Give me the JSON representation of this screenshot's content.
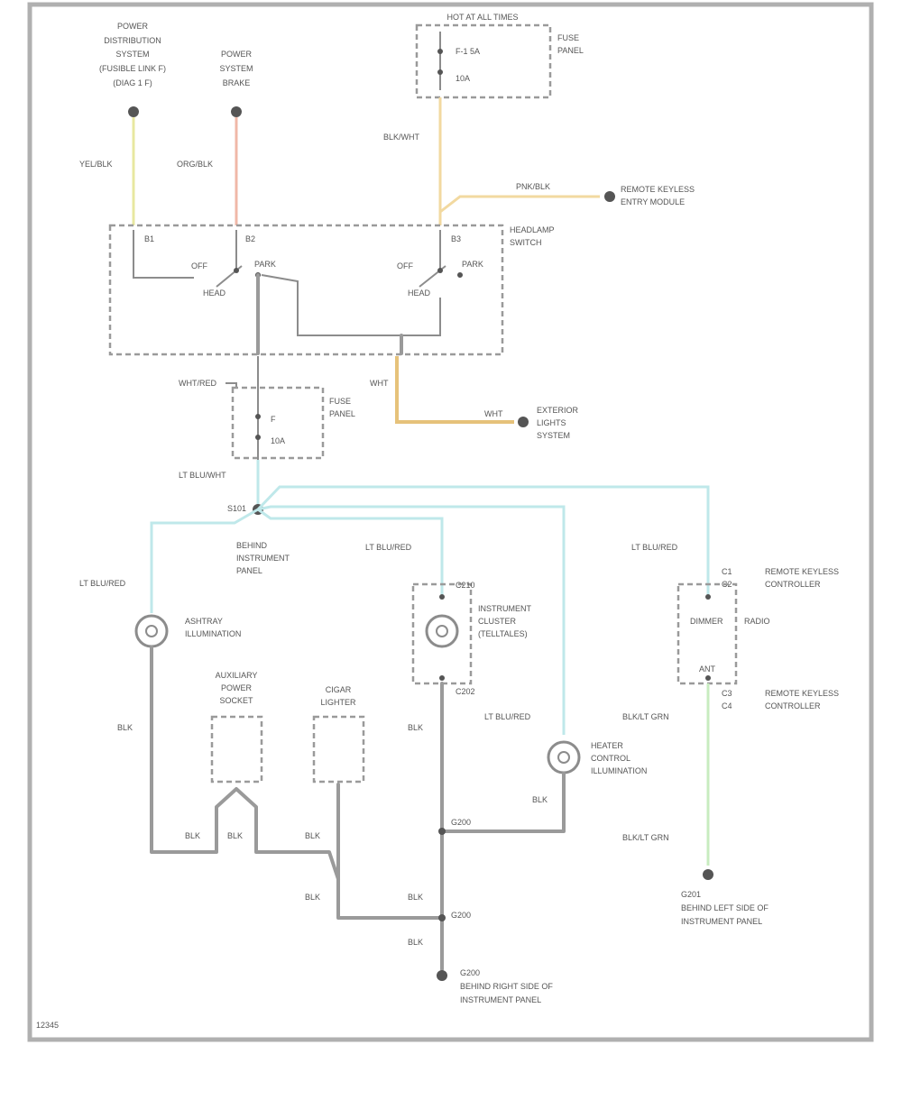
{
  "colors": {
    "frame": "#b0b0b0",
    "wire_gray": "#9a9a9a",
    "wire_yellow": "#e8e8a0",
    "wire_pink": "#f0b8a8",
    "wire_orange": "#f2d9a0",
    "wire_tan": "#e6c27a",
    "wire_cyan": "#bfe8ea",
    "wire_green": "#c8ecc0"
  },
  "labels": {
    "power_dist_top": "POWER",
    "power_dist_l2": "DISTRIBUTION",
    "power_dist_l3": "SYSTEM",
    "power_dist_l4": "(FUSIBLE LINK F)",
    "power_dist_l5": "(DIAG 1 F)",
    "power_sys_l1": "POWER",
    "power_sys_l2": "SYSTEM",
    "power_sys_l3": "BRAKE",
    "fuse_panel_hdr": "HOT AT ALL TIMES",
    "fuse_panel_name": "FUSE",
    "fuse_panel_name2": "PANEL",
    "fuse_a": "F-1 5A",
    "fuse_b": "10A",
    "wire_yel_blk": "YEL/BLK",
    "wire_org_blk": "ORG/BLK",
    "wire_blk_wht_top": "BLK/WHT",
    "wire_pnk_blk": "PNK/BLK",
    "remote_l1": "REMOTE KEYLESS",
    "remote_l2": "ENTRY MODULE",
    "hl_switch_l1": "HEADLAMP",
    "hl_switch_l2": "SWITCH",
    "hl_pin_a": "B1",
    "hl_pin_b": "B2",
    "hl_pin_c": "B3",
    "hl_off": "OFF",
    "hl_park": "PARK",
    "hl_head": "HEAD",
    "wht_wire": "WHT",
    "wht_wire2": "WHT",
    "exterior_l1": "EXTERIOR",
    "exterior_l2": "LIGHTS",
    "exterior_l3": "SYSTEM",
    "wht_red": "WHT/RED",
    "fuse_panel2_a": "FUSE",
    "fuse_panel2_b": "PANEL",
    "fuse2_a": "F",
    "fuse2_b": "10A",
    "ltblu_wht_1": "LT BLU/WHT",
    "splice": "S101",
    "splice_desc1": "BEHIND",
    "splice_desc2": "INSTRUMENT",
    "splice_desc3": "PANEL",
    "ltblu_red_1": "LT BLU/RED",
    "ltblu_red_2": "LT BLU/RED",
    "ltblu_red_3": "LT BLU/RED",
    "ltblu_red_4": "LT BLU/RED",
    "ashtray_l1": "ASHTRAY",
    "ashtray_l2": "ILLUMINATION",
    "cluster_l1": "INSTRUMENT",
    "cluster_l2": "CLUSTER",
    "cluster_l3": "(TELLTALES)",
    "cluster_pin_top": "C210",
    "cluster_pin_bot": "C202",
    "radio_l1": "RADIO",
    "radio_pin_a": "C1",
    "radio_pin_b": "C2",
    "radio_pin_c": "C3",
    "radio_pin_d": "C4",
    "radio_inner_a": "DIMMER",
    "radio_inner_b": "ANT",
    "radio_side_a1": "REMOTE KEYLESS",
    "radio_side_a2": "CONTROLLER",
    "radio_side_b1": "REMOTE KEYLESS",
    "radio_side_b2": "CONTROLLER",
    "blk_wht_1": "BLK/LT GRN",
    "blk_wht_2": "BLK/LT GRN",
    "heater_l1": "HEATER",
    "heater_l2": "CONTROL",
    "heater_l3": "ILLUMINATION",
    "aux_l1": "AUXILIARY",
    "aux_l2": "POWER",
    "aux_l3": "SOCKET",
    "cig_l1": "CIGAR",
    "cig_l2": "LIGHTER",
    "blk_1": "BLK",
    "blk_2": "BLK",
    "blk_3": "BLK",
    "blk_4": "BLK",
    "blk_5": "BLK",
    "blk_6": "BLK",
    "blk_7": "BLK",
    "blk_8": "BLK",
    "blk_9": "BLK",
    "splice_g1": "G200",
    "splice_g2": "G200",
    "ground1_l1": "G200",
    "ground1_l2": "BEHIND RIGHT SIDE OF",
    "ground1_l3": "INSTRUMENT PANEL",
    "ground2_l1": "G201",
    "ground2_l2": "BEHIND LEFT SIDE OF",
    "ground2_l3": "INSTRUMENT PANEL",
    "corner_code": "12345"
  }
}
